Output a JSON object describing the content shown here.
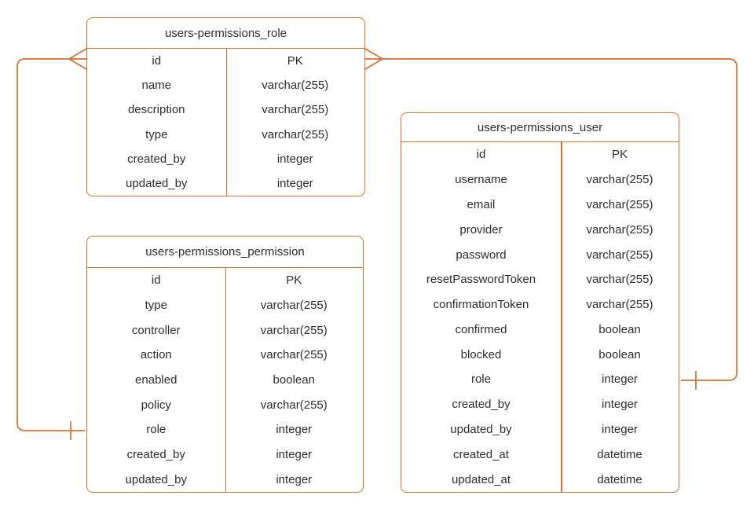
{
  "diagram_type": "entity-relationship",
  "colors": {
    "line": "#d5702f",
    "text": "#2e2e2e",
    "background": "#ffffff"
  },
  "tables": [
    {
      "title": "users-permissions_role",
      "fields": [
        {
          "name": "id",
          "type": "PK"
        },
        {
          "name": "name",
          "type": "varchar(255)"
        },
        {
          "name": "description",
          "type": "varchar(255)"
        },
        {
          "name": "type",
          "type": "varchar(255)"
        },
        {
          "name": "created_by",
          "type": "integer"
        },
        {
          "name": "updated_by",
          "type": "integer"
        }
      ]
    },
    {
      "title": "users-permissions_permission",
      "fields": [
        {
          "name": "id",
          "type": "PK"
        },
        {
          "name": "type",
          "type": "varchar(255)"
        },
        {
          "name": "controller",
          "type": "varchar(255)"
        },
        {
          "name": "action",
          "type": "varchar(255)"
        },
        {
          "name": "enabled",
          "type": "boolean"
        },
        {
          "name": "policy",
          "type": "varchar(255)"
        },
        {
          "name": "role",
          "type": "integer"
        },
        {
          "name": "created_by",
          "type": "integer"
        },
        {
          "name": "updated_by",
          "type": "integer"
        }
      ]
    },
    {
      "title": "users-permissions_user",
      "fields": [
        {
          "name": "id",
          "type": "PK"
        },
        {
          "name": "username",
          "type": "varchar(255)"
        },
        {
          "name": "email",
          "type": "varchar(255)"
        },
        {
          "name": "provider",
          "type": "varchar(255)"
        },
        {
          "name": "password",
          "type": "varchar(255)"
        },
        {
          "name": "resetPasswordToken",
          "type": "varchar(255)"
        },
        {
          "name": "confirmationToken",
          "type": "varchar(255)"
        },
        {
          "name": "confirmed",
          "type": "boolean"
        },
        {
          "name": "blocked",
          "type": "boolean"
        },
        {
          "name": "role",
          "type": "integer"
        },
        {
          "name": "created_by",
          "type": "integer"
        },
        {
          "name": "updated_by",
          "type": "integer"
        },
        {
          "name": "created_at",
          "type": "datetime"
        },
        {
          "name": "updated_at",
          "type": "datetime"
        }
      ]
    }
  ],
  "relationships": [
    {
      "from_table": "users-permissions_role",
      "from_field": "id",
      "from_marker": "crow-foot-many",
      "to_table": "users-permissions_permission",
      "to_field": "role",
      "to_marker": "one-tick"
    },
    {
      "from_table": "users-permissions_role",
      "from_field": "id",
      "from_marker": "crow-foot-many",
      "to_table": "users-permissions_user",
      "to_field": "role",
      "to_marker": "one-tick"
    }
  ]
}
